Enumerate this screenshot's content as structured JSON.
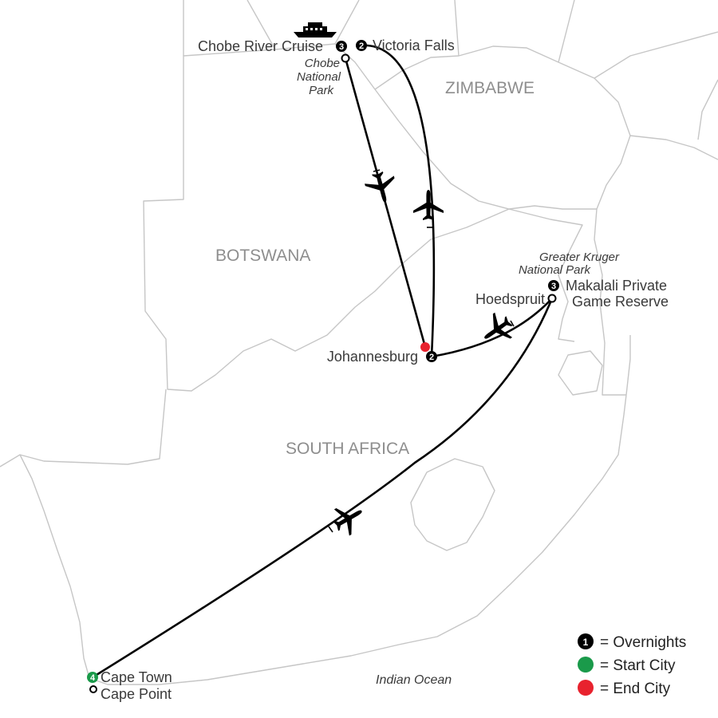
{
  "colors": {
    "background": "#ffffff",
    "border": "#c6c6c6",
    "route": "#000000",
    "country_label": "#8e8e8e",
    "place_label": "#3a3a3a",
    "start_city": "#1a9a4a",
    "end_city": "#e8222e"
  },
  "countries": [
    {
      "name": "ZIMBABWE"
    },
    {
      "name": "BOTSWANA"
    },
    {
      "name": "SOUTH AFRICA"
    }
  ],
  "water": {
    "indian_ocean": "Indian Ocean"
  },
  "stops": {
    "chobe_river_cruise": {
      "label": "Chobe River Cruise",
      "overnights": "3"
    },
    "victoria_falls": {
      "label": "Victoria Falls",
      "overnights": "2"
    },
    "chobe_national_park": {
      "label_line1": "Chobe",
      "label_line2": "National",
      "label_line3": "Park"
    },
    "greater_kruger": {
      "label_line1": "Greater Kruger",
      "label_line2": "National Park"
    },
    "makalali": {
      "label_line1": "Makalali Private",
      "label_line2": "Game Reserve",
      "overnights": "3"
    },
    "hoedspruit": {
      "label": "Hoedspruit"
    },
    "johannesburg": {
      "label": "Johannesburg",
      "overnights": "2"
    },
    "cape_town": {
      "label": "Cape Town",
      "overnights": "4"
    },
    "cape_point": {
      "label": "Cape Point"
    }
  },
  "icons": {
    "plane": "airplane-icon",
    "boat": "boat-icon"
  },
  "legend": {
    "overnights": {
      "symbol": "1",
      "label": "= Overnights"
    },
    "start_city": {
      "label": "= Start City"
    },
    "end_city": {
      "label": "= End City"
    }
  }
}
